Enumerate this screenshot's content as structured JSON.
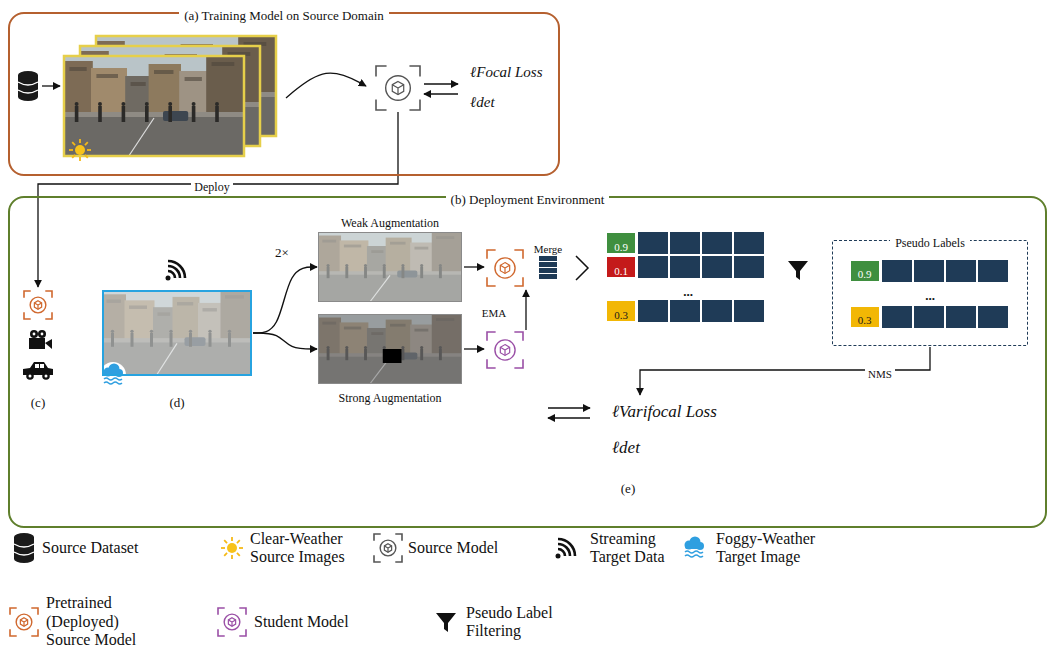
{
  "diagram": {
    "nodes": [
      {
        "text": [
          "(a) Training Model on Source Domain"
        ]
      },
      {
        "text": [
          "(b) Deployment Environment"
        ]
      },
      {
        "text": [
          "(d)"
        ],
        "in": 1
      },
      {
        "text": [
          "Weak Augmentation"
        ],
        "in": 1
      },
      {
        "text": [
          "Strong Augmentation"
        ],
        "in": 1
      },
      {
        "text": [
          "0.9"
        ],
        "in": 1
      },
      {
        "text": [
          "0.1"
        ],
        "in": 1
      },
      {
        "text": [
          "0.3"
        ],
        "in": 1
      },
      {
        "text": [
          "Pseudo Labels",
          "..."
        ],
        "in": 1
      },
      {
        "text": [
          "0.9"
        ],
        "in": 8
      },
      {
        "text": [
          "0.3"
        ],
        "in": 8
      }
    ],
    "edges": [
      {
        "from": 2,
        "to": 3,
        "arrow": "to"
      },
      {
        "from": 2,
        "to": 4,
        "arrow": "to"
      }
    ],
    "labels": [
      "ℓFocal Loss",
      "ℓdet",
      "Deploy",
      "(c)",
      "2×",
      "EMA",
      "Merge",
      "...",
      "NMS",
      "ℓVarifocal Loss",
      "ℓdet",
      "(e)"
    ],
    "legend": [
      {
        "text": "Source Dataset"
      },
      {
        "text": "Clear-Weather Source Images"
      },
      {
        "text": "Source Model"
      },
      {
        "text": "Streaming Target Data"
      },
      {
        "text": "Foggy-Weather Target Image"
      },
      {
        "text": "Pretrained (Deployed) Source Model"
      },
      {
        "text": "Student Model"
      },
      {
        "text": "Pseudo Label Filtering"
      }
    ]
  }
}
